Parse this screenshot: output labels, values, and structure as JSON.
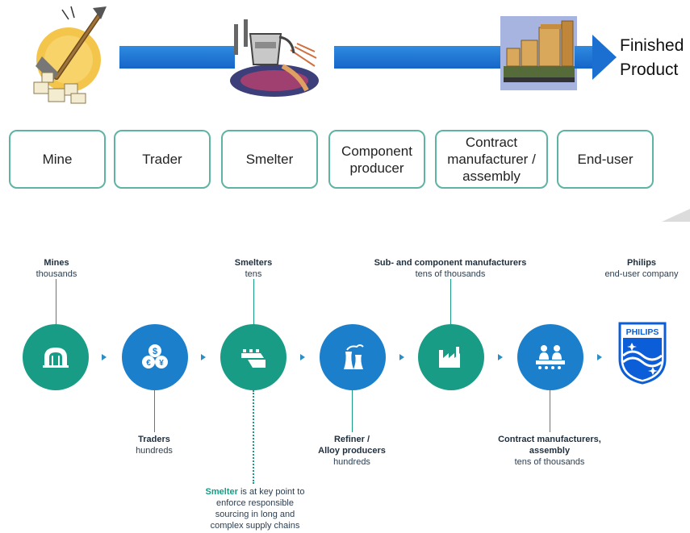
{
  "top": {
    "finished_line1": "Finished",
    "finished_line2": "Product",
    "stages": [
      "Mine",
      "Trader",
      "Smelter",
      "Component producer",
      "Contract manufacturer / assembly",
      "End-user"
    ],
    "illustrations": [
      "mining-pickaxe-icon",
      "smelter-crucible-icon",
      "factory-conveyor-icon"
    ],
    "arrow_color": "#1b6fd0",
    "box_border_color": "#5fb3a4"
  },
  "bottom": {
    "colors": {
      "teal": "#189c85",
      "blue": "#1b7fcc",
      "philips_blue": "#0b5ed7"
    },
    "icons": [
      "mine-icon",
      "coins-icon",
      "smelter-icon",
      "refinery-icon",
      "factory-icon",
      "assembly-workers-icon",
      "philips-shield-logo"
    ],
    "labels_above": {
      "mines": {
        "title": "Mines",
        "count": "thousands"
      },
      "smelters": {
        "title": "Smelters",
        "count": "tens"
      },
      "component": {
        "title": "Sub- and component manufacturers",
        "count": "tens of thousands"
      },
      "philips": {
        "title": "Philips",
        "count": "end-user company"
      }
    },
    "labels_below": {
      "traders": {
        "title": "Traders",
        "count": "hundreds"
      },
      "refiner": {
        "title1": "Refiner /",
        "title2": "Alloy producers",
        "count": "hundreds"
      },
      "contract": {
        "title1": "Contract manufacturers,",
        "title2": "assembly",
        "count": "tens of thousands"
      }
    },
    "note": {
      "highlight": "Smelter",
      "line1_rest": " is at key point to",
      "line2": "enforce responsible",
      "line3": "sourcing in long and",
      "line4": "complex supply chains"
    },
    "logo_text": "PHILIPS"
  }
}
